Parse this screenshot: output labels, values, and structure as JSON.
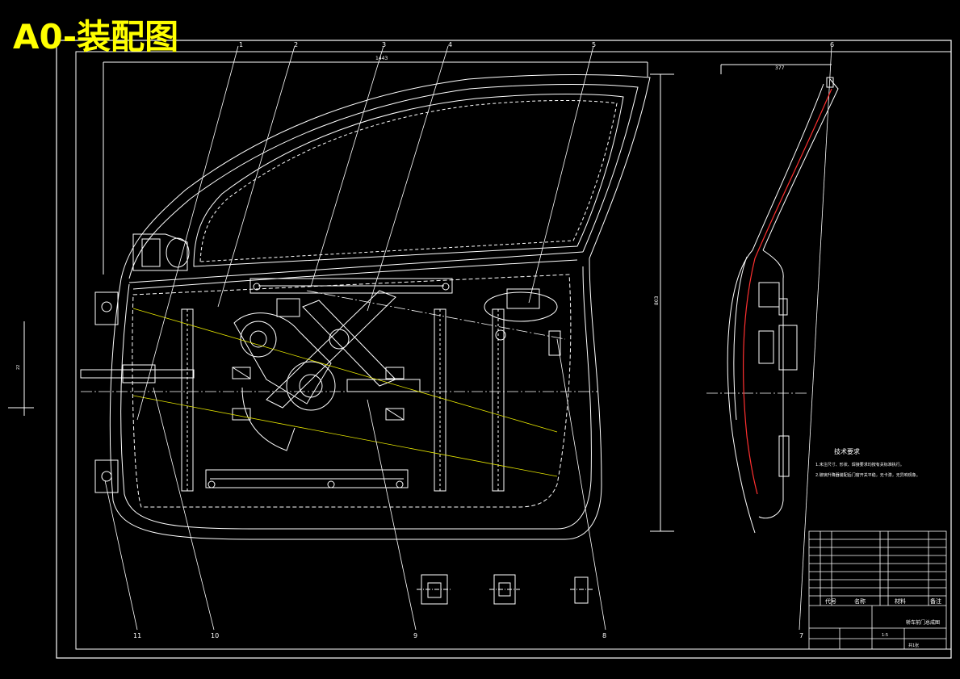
{
  "sheet": {
    "title": "A0-装配图",
    "title_color": "#ffff00",
    "line_color": "#ffffff",
    "accent_yellow": "#e6e600",
    "accent_red": "#ff3030"
  },
  "balloons": {
    "b1": "1",
    "b2": "2",
    "b3": "3",
    "b4": "4",
    "b5": "5",
    "b6": "6",
    "b7": "7",
    "b8": "8",
    "b9": "9",
    "b10": "10",
    "b11": "11"
  },
  "dimensions": {
    "top_width": "1443",
    "right_width": "377",
    "height": "803",
    "left_small": "22"
  },
  "tech_requirements": {
    "heading": "技术要求",
    "line1": "1.未注尺寸、形状、焊接要求均按有关标准执行。",
    "line2": "2.玻璃升降器装配后门窗开关平稳，无卡滞，无异响现象。"
  },
  "bom": {
    "header_code": "代号",
    "header_name": "名称",
    "header_material": "材料",
    "header_note": "备注",
    "drawing_name": "轿车前门总成图",
    "scale": "1:5",
    "sheet_info": "共1张"
  }
}
